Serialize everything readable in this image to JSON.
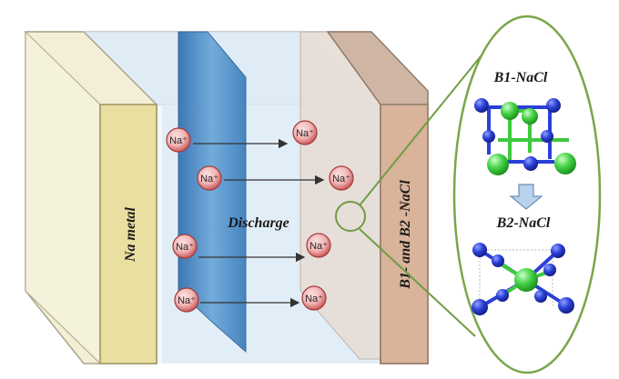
{
  "labels": {
    "anode": "Na metal",
    "cathode": "B1- and B2 -NaCl",
    "process": "Discharge",
    "phase_b1": "B1-NaCl",
    "phase_b2": "B2-NaCl",
    "ion": "Na⁺"
  },
  "colors": {
    "anode_face": "#e9dfa0",
    "cathode_face": "#d9b39a",
    "separator": "#4f8ec6",
    "ion_fill": "#d45a5a",
    "callout_stroke": "#7aa64a",
    "atom_na": "#2a3fd6",
    "atom_cl": "#3ec93e"
  },
  "ions_left": [
    {
      "label": "Na⁺"
    },
    {
      "label": "Na⁺"
    },
    {
      "label": "Na⁺"
    },
    {
      "label": "Na⁺"
    }
  ],
  "ions_right": [
    {
      "label": "Na⁺"
    },
    {
      "label": "Na⁺"
    },
    {
      "label": "Na⁺"
    },
    {
      "label": "Na⁺"
    }
  ]
}
